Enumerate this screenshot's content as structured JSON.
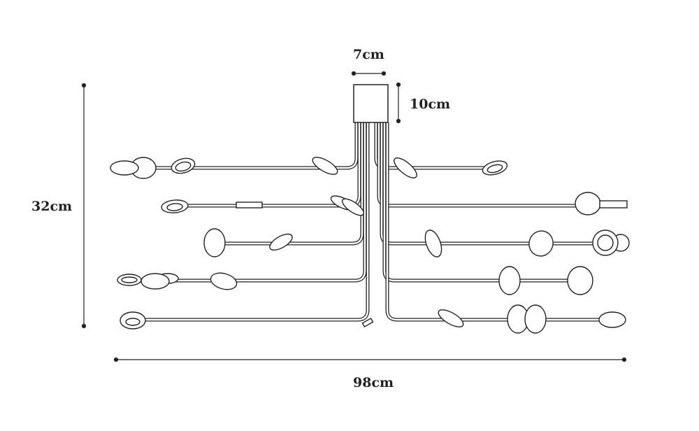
{
  "dimensions": {
    "canopy_width": "7cm",
    "canopy_height": "10cm",
    "total_height": "32cm",
    "total_width": "98cm"
  }
}
